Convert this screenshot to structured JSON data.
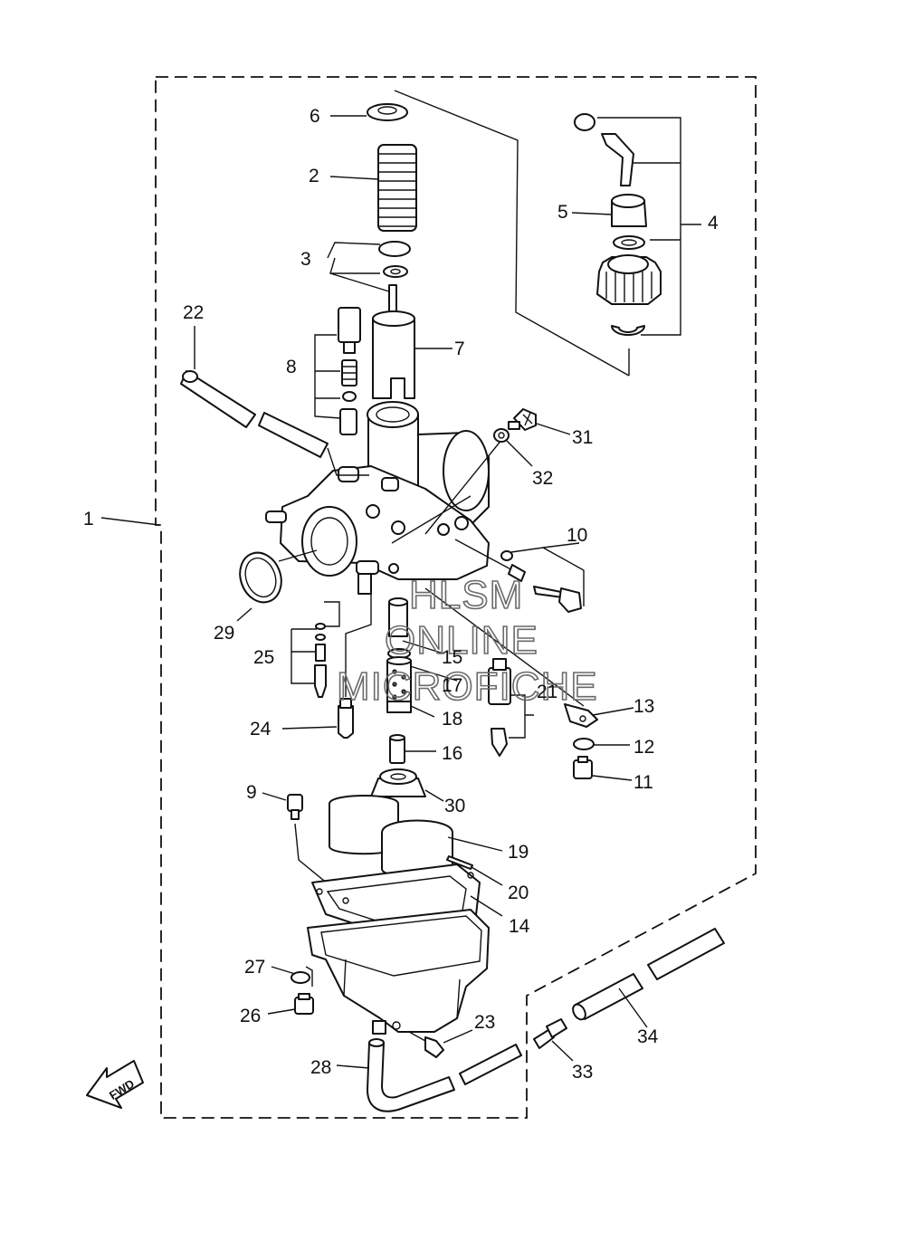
{
  "labels": {
    "l1": "1",
    "l2": "2",
    "l3": "3",
    "l4": "4",
    "l5": "5",
    "l6": "6",
    "l7": "7",
    "l8": "8",
    "l9": "9",
    "l10": "10",
    "l11": "11",
    "l12": "12",
    "l13": "13",
    "l14": "14",
    "l15": "15",
    "l16": "16",
    "l17": "17",
    "l18": "18",
    "l19": "19",
    "l20": "20",
    "l21": "21",
    "l22": "22",
    "l23": "23",
    "l24": "24",
    "l25": "25",
    "l26": "26",
    "l27": "27",
    "l28": "28",
    "l29": "29",
    "l30": "30",
    "l31": "31",
    "l32": "32",
    "l33": "33",
    "l34": "34"
  },
  "watermark": {
    "line1": "HLSM",
    "line2": "ONLINE",
    "line3": "MICROFICHE"
  },
  "fwd_arrow": "FWD"
}
